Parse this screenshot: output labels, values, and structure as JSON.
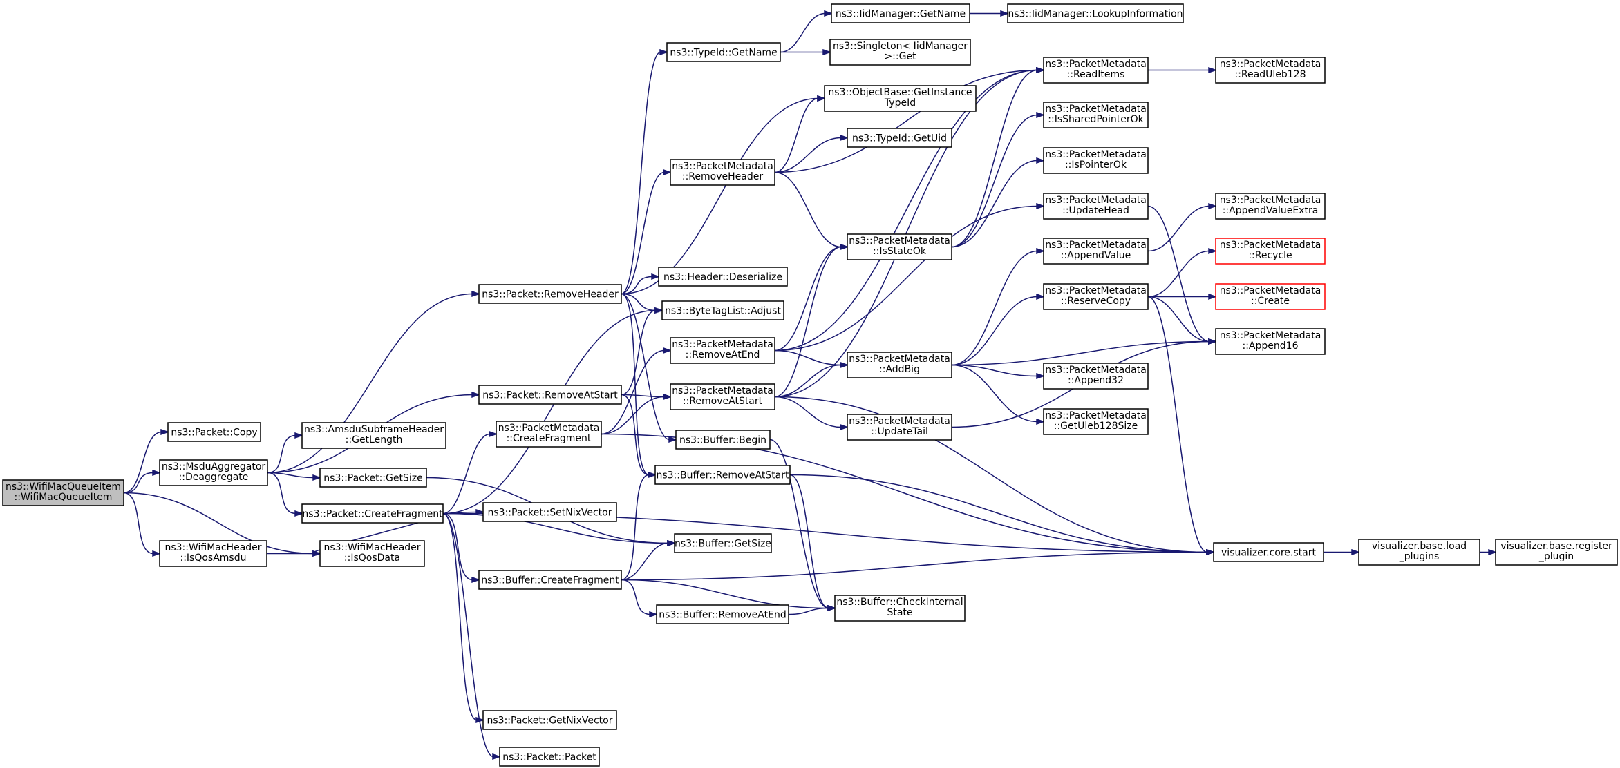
{
  "nodes": [
    {
      "id": "root",
      "lines": [
        "ns3::WifiMacQueueItem",
        "::WifiMacQueueItem"
      ],
      "style": "root"
    },
    {
      "id": "pcopy",
      "lines": [
        "ns3::Packet::Copy"
      ]
    },
    {
      "id": "deagg",
      "lines": [
        "ns3::MsduAggregator",
        "::Deaggregate"
      ]
    },
    {
      "id": "isqosamsdu",
      "lines": [
        "ns3::WifiMacHeader",
        "::IsQosAmsdu"
      ]
    },
    {
      "id": "isqosdata",
      "lines": [
        "ns3::WifiMacHeader",
        "::IsQosData"
      ]
    },
    {
      "id": "premoveheader",
      "lines": [
        "ns3::Packet::RemoveHeader"
      ]
    },
    {
      "id": "premoveatstart",
      "lines": [
        "ns3::Packet::RemoveAtStart"
      ]
    },
    {
      "id": "amsdulen",
      "lines": [
        "ns3::AmsduSubframeHeader",
        "::GetLength"
      ]
    },
    {
      "id": "pgetsize",
      "lines": [
        "ns3::Packet::GetSize"
      ]
    },
    {
      "id": "pcreatefrag",
      "lines": [
        "ns3::Packet::CreateFragment"
      ]
    },
    {
      "id": "psetnix",
      "lines": [
        "ns3::Packet::SetNixVector"
      ]
    },
    {
      "id": "pgetnix",
      "lines": [
        "ns3::Packet::GetNixVector"
      ]
    },
    {
      "id": "ppacket",
      "lines": [
        "ns3::Packet::Packet"
      ]
    },
    {
      "id": "tgetname",
      "lines": [
        "ns3::TypeId::GetName"
      ]
    },
    {
      "id": "hdeser",
      "lines": [
        "ns3::Header::Deserialize"
      ]
    },
    {
      "id": "btladjust",
      "lines": [
        "ns3::ByteTagList::Adjust"
      ]
    },
    {
      "id": "pmcreatefrag",
      "lines": [
        "ns3::PacketMetadata",
        "::CreateFragment"
      ]
    },
    {
      "id": "pmremoveheader",
      "lines": [
        "ns3::PacketMetadata",
        "::RemoveHeader"
      ]
    },
    {
      "id": "pmremoveatend",
      "lines": [
        "ns3::PacketMetadata",
        "::RemoveAtEnd"
      ]
    },
    {
      "id": "pmremoveatstart",
      "lines": [
        "ns3::PacketMetadata",
        "::RemoveAtStart"
      ]
    },
    {
      "id": "bbegin",
      "lines": [
        "ns3::Buffer::Begin"
      ]
    },
    {
      "id": "bremoveatstart",
      "lines": [
        "ns3::Buffer::RemoveAtStart"
      ]
    },
    {
      "id": "bgetsize",
      "lines": [
        "ns3::Buffer::GetSize"
      ]
    },
    {
      "id": "bcreatefrag",
      "lines": [
        "ns3::Buffer::CreateFragment"
      ]
    },
    {
      "id": "bremoveatend",
      "lines": [
        "ns3::Buffer::RemoveAtEnd"
      ]
    },
    {
      "id": "iidgetname",
      "lines": [
        "ns3::IidManager::GetName"
      ]
    },
    {
      "id": "singletonget",
      "lines": [
        "ns3::Singleton< IidManager",
        ">::Get"
      ]
    },
    {
      "id": "objgetinst",
      "lines": [
        "ns3::ObjectBase::GetInstance",
        "TypeId"
      ]
    },
    {
      "id": "tgetuid",
      "lines": [
        "ns3::TypeId::GetUid"
      ]
    },
    {
      "id": "pmisstateok",
      "lines": [
        "ns3::PacketMetadata",
        "::IsStateOk"
      ]
    },
    {
      "id": "pmaddbig",
      "lines": [
        "ns3::PacketMetadata",
        "::AddBig"
      ]
    },
    {
      "id": "pmupdatetail",
      "lines": [
        "ns3::PacketMetadata",
        "::UpdateTail"
      ]
    },
    {
      "id": "bcheckinternal",
      "lines": [
        "ns3::Buffer::CheckInternal",
        "State"
      ]
    },
    {
      "id": "iidlookup",
      "lines": [
        "ns3::IidManager::LookupInformation"
      ]
    },
    {
      "id": "pmreaditems",
      "lines": [
        "ns3::PacketMetadata",
        "::ReadItems"
      ]
    },
    {
      "id": "pmissharedptr",
      "lines": [
        "ns3::PacketMetadata",
        "::IsSharedPointerOk"
      ]
    },
    {
      "id": "pmisptrok",
      "lines": [
        "ns3::PacketMetadata",
        "::IsPointerOk"
      ]
    },
    {
      "id": "pmupdatehead",
      "lines": [
        "ns3::PacketMetadata",
        "::UpdateHead"
      ]
    },
    {
      "id": "pmappendvalue",
      "lines": [
        "ns3::PacketMetadata",
        "::AppendValue"
      ]
    },
    {
      "id": "pmreservecopy",
      "lines": [
        "ns3::PacketMetadata",
        "::ReserveCopy"
      ]
    },
    {
      "id": "pmappend32",
      "lines": [
        "ns3::PacketMetadata",
        "::Append32"
      ]
    },
    {
      "id": "pmgetuleb",
      "lines": [
        "ns3::PacketMetadata",
        "::GetUleb128Size"
      ]
    },
    {
      "id": "vizstart",
      "lines": [
        "visualizer.core.start"
      ]
    },
    {
      "id": "pmreaduleb",
      "lines": [
        "ns3::PacketMetadata",
        "::ReadUleb128"
      ]
    },
    {
      "id": "pmappendvalextra",
      "lines": [
        "ns3::PacketMetadata",
        "::AppendValueExtra"
      ]
    },
    {
      "id": "pmrecycle",
      "lines": [
        "ns3::PacketMetadata",
        "::Recycle"
      ],
      "style": "red"
    },
    {
      "id": "pmcreate",
      "lines": [
        "ns3::PacketMetadata",
        "::Create"
      ],
      "style": "red"
    },
    {
      "id": "pmappend16",
      "lines": [
        "ns3::PacketMetadata",
        "::Append16"
      ]
    },
    {
      "id": "vizload",
      "lines": [
        "visualizer.base.load",
        "_plugins"
      ]
    },
    {
      "id": "vizregister",
      "lines": [
        "visualizer.base.register",
        "_plugin"
      ]
    }
  ],
  "edges": [
    [
      "root",
      "pcopy"
    ],
    [
      "root",
      "deagg"
    ],
    [
      "root",
      "isqosamsdu"
    ],
    [
      "root",
      "isqosdata"
    ],
    [
      "isqosamsdu",
      "isqosdata"
    ],
    [
      "deagg",
      "premoveheader"
    ],
    [
      "deagg",
      "premoveatstart"
    ],
    [
      "deagg",
      "amsdulen"
    ],
    [
      "deagg",
      "pgetsize"
    ],
    [
      "deagg",
      "pcreatefrag"
    ],
    [
      "premoveheader",
      "tgetname"
    ],
    [
      "premoveheader",
      "objgetinst"
    ],
    [
      "premoveheader",
      "pmremoveheader"
    ],
    [
      "premoveheader",
      "hdeser"
    ],
    [
      "premoveheader",
      "btladjust"
    ],
    [
      "premoveheader",
      "bbegin"
    ],
    [
      "premoveheader",
      "bremoveatstart"
    ],
    [
      "premoveatstart",
      "btladjust"
    ],
    [
      "premoveatstart",
      "pmremoveatstart"
    ],
    [
      "premoveatstart",
      "bremoveatstart"
    ],
    [
      "pgetsize",
      "bgetsize"
    ],
    [
      "pcreatefrag",
      "btladjust"
    ],
    [
      "pcreatefrag",
      "pmcreatefrag"
    ],
    [
      "pcreatefrag",
      "psetnix"
    ],
    [
      "pcreatefrag",
      "bgetsize"
    ],
    [
      "pcreatefrag",
      "bcreatefrag"
    ],
    [
      "pcreatefrag",
      "pgetnix"
    ],
    [
      "pcreatefrag",
      "ppacket"
    ],
    [
      "pcreatefrag",
      "vizstart"
    ],
    [
      "pcreatefrag",
      "isqosdata"
    ],
    [
      "tgetname",
      "iidgetname"
    ],
    [
      "tgetname",
      "singletonget"
    ],
    [
      "iidgetname",
      "iidlookup"
    ],
    [
      "pmremoveheader",
      "objgetinst"
    ],
    [
      "pmremoveheader",
      "tgetuid"
    ],
    [
      "pmremoveheader",
      "pmisstateok"
    ],
    [
      "pmremoveheader",
      "pmreaditems"
    ],
    [
      "pmcreatefrag",
      "pmremoveatend"
    ],
    [
      "pmcreatefrag",
      "pmremoveatstart"
    ],
    [
      "pmcreatefrag",
      "vizstart"
    ],
    [
      "pmremoveatend",
      "pmisstateok"
    ],
    [
      "pmremoveatend",
      "pmaddbig"
    ],
    [
      "pmremoveatend",
      "pmreaditems"
    ],
    [
      "pmremoveatend",
      "pmupdatehead"
    ],
    [
      "pmremoveatstart",
      "pmisstateok"
    ],
    [
      "pmremoveatstart",
      "pmaddbig"
    ],
    [
      "pmremoveatstart",
      "pmupdatetail"
    ],
    [
      "pmremoveatstart",
      "pmreaditems"
    ],
    [
      "pmremoveatstart",
      "vizstart"
    ],
    [
      "bbegin",
      "bcheckinternal"
    ],
    [
      "bremoveatstart",
      "bcheckinternal"
    ],
    [
      "bremoveatstart",
      "vizstart"
    ],
    [
      "bcreatefrag",
      "bremoveatstart"
    ],
    [
      "bcreatefrag",
      "bgetsize"
    ],
    [
      "bcreatefrag",
      "bremoveatend"
    ],
    [
      "bcreatefrag",
      "bcheckinternal"
    ],
    [
      "bcreatefrag",
      "vizstart"
    ],
    [
      "bremoveatend",
      "bcheckinternal"
    ],
    [
      "pmisstateok",
      "pmreaditems"
    ],
    [
      "pmisstateok",
      "pmissharedptr"
    ],
    [
      "pmisstateok",
      "pmisptrok"
    ],
    [
      "pmaddbig",
      "pmappendvalue"
    ],
    [
      "pmaddbig",
      "pmreservecopy"
    ],
    [
      "pmaddbig",
      "pmappend16"
    ],
    [
      "pmaddbig",
      "pmappend32"
    ],
    [
      "pmaddbig",
      "pmgetuleb"
    ],
    [
      "pmupdatetail",
      "pmappend16"
    ],
    [
      "pmreaditems",
      "pmreaduleb"
    ],
    [
      "pmupdatehead",
      "pmappend16"
    ],
    [
      "pmappendvalue",
      "pmappendvalextra"
    ],
    [
      "pmreservecopy",
      "pmrecycle"
    ],
    [
      "pmreservecopy",
      "pmcreate"
    ],
    [
      "pmreservecopy",
      "pmappend16"
    ],
    [
      "pmreservecopy",
      "vizstart"
    ],
    [
      "vizstart",
      "vizload"
    ],
    [
      "vizload",
      "vizregister"
    ]
  ]
}
